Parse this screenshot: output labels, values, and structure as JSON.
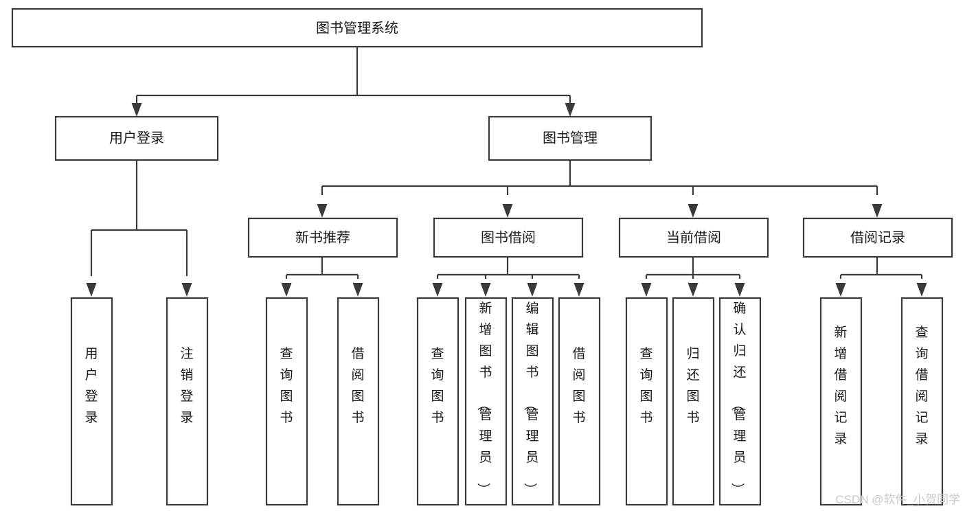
{
  "diagram": {
    "type": "tree-hierarchy-diagram",
    "title": "图书管理系统",
    "style": {
      "background": "#ffffff",
      "box_fill": "#ffffff",
      "box_stroke": "#3a3a3a",
      "text_color": "#1a1a1a",
      "watermark_color": "#c9c9c9"
    },
    "levels": 4,
    "nodes": {
      "root": {
        "label": "图书管理系统",
        "orientation": "horizontal"
      },
      "level2": [
        {
          "id": "user-login",
          "label": "用户登录",
          "orientation": "horizontal"
        },
        {
          "id": "book-management",
          "label": "图书管理",
          "orientation": "horizontal"
        }
      ],
      "level3": [
        {
          "id": "new-book-recommend",
          "label": "新书推荐",
          "orientation": "horizontal"
        },
        {
          "id": "book-borrow",
          "label": "图书借阅",
          "orientation": "horizontal"
        },
        {
          "id": "current-borrow",
          "label": "当前借阅",
          "orientation": "horizontal"
        },
        {
          "id": "borrow-record",
          "label": "借阅记录",
          "orientation": "horizontal"
        }
      ],
      "leaves": {
        "user-login": [
          {
            "id": "leaf-user-login",
            "label": "用户登录",
            "orientation": "vertical"
          },
          {
            "id": "leaf-logout",
            "label": "注销登录",
            "orientation": "vertical"
          }
        ],
        "new-book-recommend": [
          {
            "id": "leaf-query-book-1",
            "label": "查询图书",
            "orientation": "vertical"
          },
          {
            "id": "leaf-borrow-book-1",
            "label": "借阅图书",
            "orientation": "vertical"
          }
        ],
        "book-borrow": [
          {
            "id": "leaf-query-book-2",
            "label": "查询图书",
            "orientation": "vertical"
          },
          {
            "id": "leaf-add-book",
            "label": "新增图书（管理员）",
            "orientation": "vertical"
          },
          {
            "id": "leaf-edit-book",
            "label": "编辑图书（管理员）",
            "orientation": "vertical"
          },
          {
            "id": "leaf-borrow-book-2",
            "label": "借阅图书",
            "orientation": "vertical"
          }
        ],
        "current-borrow": [
          {
            "id": "leaf-query-book-3",
            "label": "查询图书",
            "orientation": "vertical"
          },
          {
            "id": "leaf-return-book",
            "label": "归还图书",
            "orientation": "vertical"
          },
          {
            "id": "leaf-confirm-return",
            "label": "确认归还（管理员）",
            "orientation": "vertical"
          }
        ],
        "borrow-record": [
          {
            "id": "leaf-add-record",
            "label": "新增借阅记录",
            "orientation": "vertical"
          },
          {
            "id": "leaf-query-record",
            "label": "查询借阅记录",
            "orientation": "vertical"
          }
        ]
      }
    },
    "watermark": "CSDN @软件_小贺同学"
  }
}
